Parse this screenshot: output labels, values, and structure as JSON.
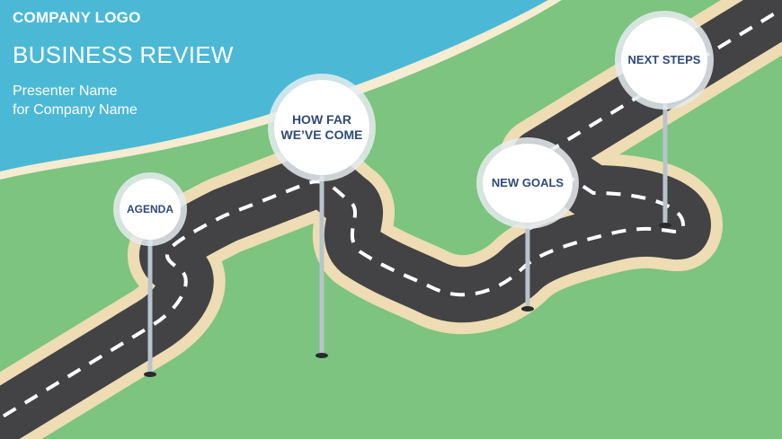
{
  "header": {
    "company_logo": "COMPANY LOGO",
    "title": "BUSINESS REVIEW",
    "presenter_line1": "Presenter Name",
    "presenter_line2": "for Company Name"
  },
  "signs": {
    "agenda": "AGENDA",
    "how_far_line1": "HOW FAR",
    "how_far_line2": "WE’VE COME",
    "new_goals": "NEW GOALS",
    "next_steps": "NEXT STEPS"
  },
  "colors": {
    "grass": "#7cc47f",
    "water": "#4bb9d6",
    "sand": "#eddcb4",
    "road": "#434244",
    "sign_text": "#2f4a78"
  }
}
